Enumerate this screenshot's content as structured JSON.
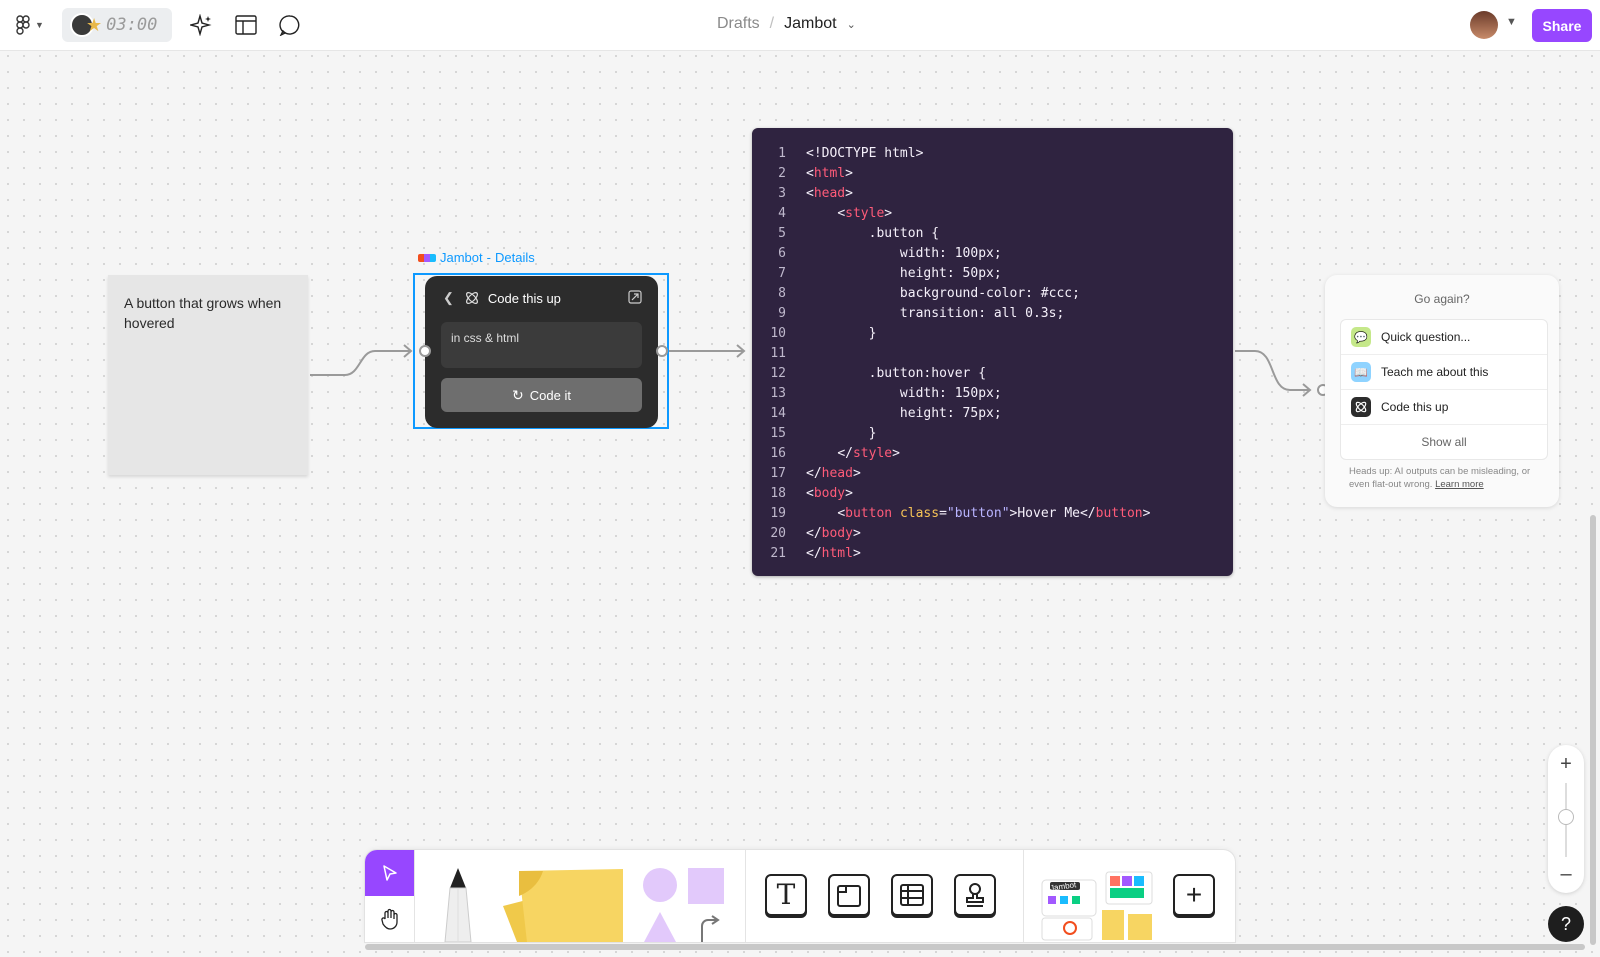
{
  "topbar": {
    "timer": "03:00",
    "breadcrumb_parent": "Drafts",
    "breadcrumb_separator": "/",
    "file_name": "Jambot",
    "share_label": "Share"
  },
  "sticky": {
    "text": "A button that grows when hovered"
  },
  "jambot_node": {
    "label_name": "Jambot",
    "label_sep": "-",
    "label_details": "Details",
    "title": "Code this up",
    "prompt": "in css & html",
    "button_label": "Code it"
  },
  "code": {
    "lines": [
      {
        "n": "1"
      },
      {
        "n": "2"
      },
      {
        "n": "3"
      },
      {
        "n": "4"
      },
      {
        "n": "5"
      },
      {
        "n": "6"
      },
      {
        "n": "7"
      },
      {
        "n": "8"
      },
      {
        "n": "9"
      },
      {
        "n": "10"
      },
      {
        "n": "11"
      },
      {
        "n": "12"
      },
      {
        "n": "13"
      },
      {
        "n": "14"
      },
      {
        "n": "15"
      },
      {
        "n": "16"
      },
      {
        "n": "17"
      },
      {
        "n": "18"
      },
      {
        "n": "19"
      },
      {
        "n": "20"
      },
      {
        "n": "21"
      }
    ],
    "tokens": {
      "l1": "<!DOCTYPE html>",
      "lt": "<",
      "gt": ">",
      "slash": "</",
      "html": "html",
      "head": "head",
      "style": "style",
      "body": "body",
      "button": "button",
      "l5": ".button {",
      "l6": "width: 100px;",
      "l7": "height: 50px;",
      "l8": "background-color: #ccc;",
      "l9": "transition: all 0.3s;",
      "close": "}",
      "l12": ".button:hover {",
      "l13": "width: 150px;",
      "l14": "height: 75px;",
      "class_attr": "class",
      "eq": "=",
      "class_val": "\"button\"",
      "btn_text": "Hover Me"
    }
  },
  "go_again": {
    "title": "Go again?",
    "items": [
      {
        "label": "Quick question..."
      },
      {
        "label": "Teach me about this"
      },
      {
        "label": "Code this up"
      }
    ],
    "show_all": "Show all",
    "footer": "Heads up: AI outputs can be misleading, or even flat-out wrong.",
    "learn_more": "Learn more"
  },
  "toolbar": {
    "stamp_label": "Jambot"
  },
  "colors": {
    "accent": "#9747ff",
    "selection": "#0d99ff",
    "code_bg": "#2f2340",
    "node_bg": "#2c2c2c"
  }
}
